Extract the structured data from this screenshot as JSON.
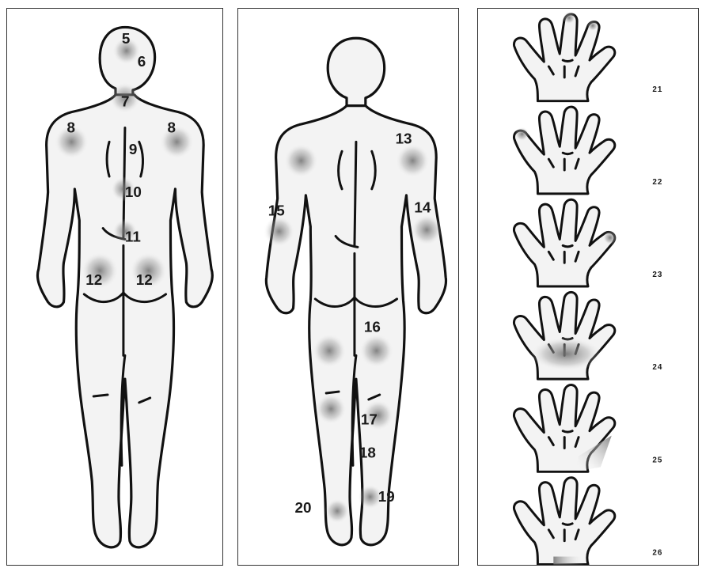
{
  "panel1": {
    "labels": [
      "5",
      "6",
      "7",
      "8",
      "8",
      "9",
      "10",
      "11",
      "12",
      "12"
    ]
  },
  "panel2": {
    "labels": [
      "13",
      "14",
      "15",
      "16",
      "17",
      "18",
      "19",
      "20"
    ]
  },
  "panel3": {
    "labels": [
      "21",
      "22",
      "23",
      "24",
      "25",
      "26"
    ]
  },
  "colors": {
    "outline": "#111111",
    "fill": "#f3f3f3",
    "tender_spot": "#7a7a7a"
  }
}
